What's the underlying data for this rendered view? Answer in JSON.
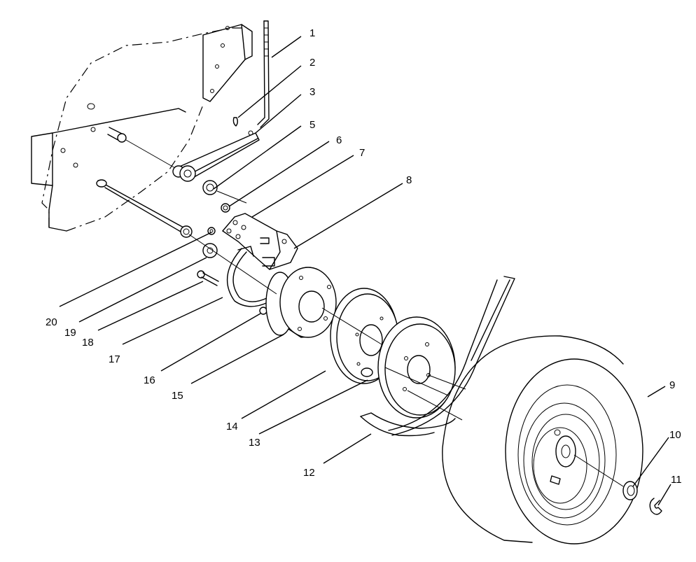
{
  "callouts": [
    "1",
    "2",
    "3",
    "5",
    "6",
    "7",
    "8",
    "9",
    "10",
    "11",
    "12",
    "13",
    "14",
    "15",
    "16",
    "17",
    "18",
    "19",
    "20"
  ]
}
